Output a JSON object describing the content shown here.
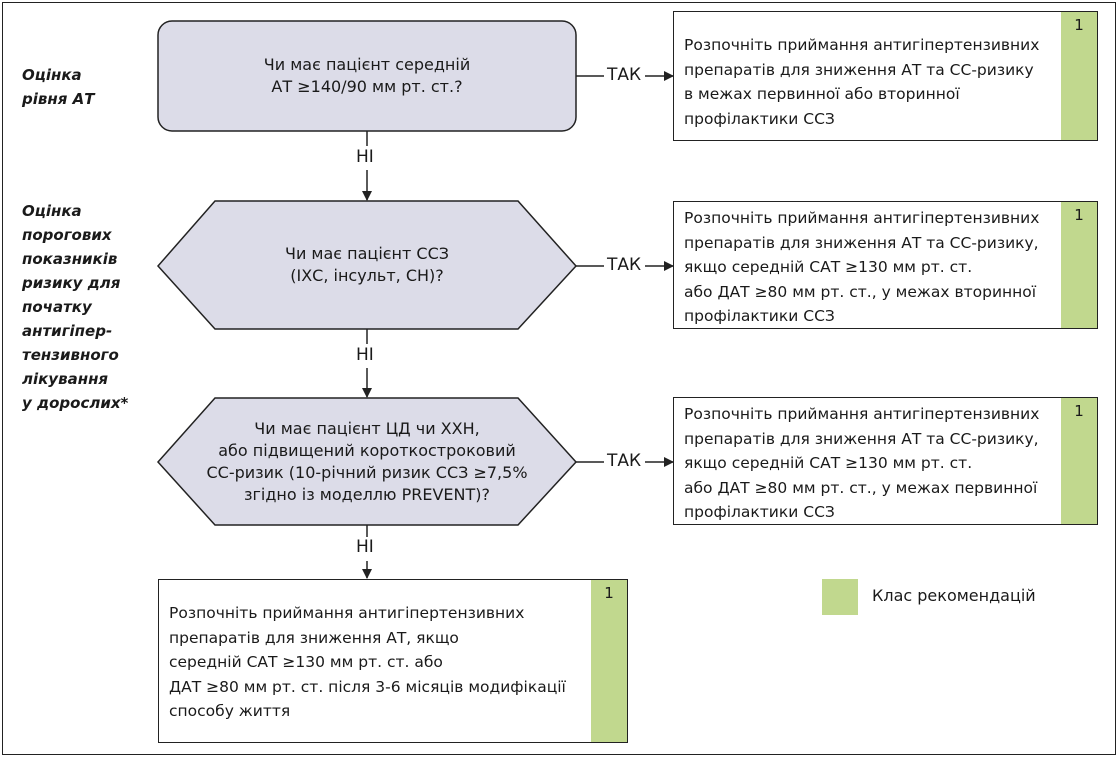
{
  "side_labels": {
    "bp_assessment": [
      "Оцінка",
      "рівня АТ"
    ],
    "threshold_assessment": [
      "Оцінка",
      "порогових",
      "показників",
      "ризику для",
      "початку",
      "антигіпер-",
      "тензивного",
      "лікування",
      "у дорослих*"
    ]
  },
  "decisions": [
    {
      "lines": [
        "Чи має пацієнт середній",
        "АТ ≥140/90 мм рт. ст.?"
      ]
    },
    {
      "lines": [
        "Чи має пацієнт ССЗ",
        "(ІХС, інсульт, СН)?"
      ]
    },
    {
      "lines": [
        "Чи має пацієнт ЦД чи ХХН,",
        "або підвищений короткостроковий",
        "СС-ризик (10-річний ризик ССЗ ≥7,5%",
        "згідно із моделлю PREVENT)?"
      ]
    }
  ],
  "edge_labels": {
    "yes": "ТАК",
    "no": "НІ"
  },
  "recommendations": [
    {
      "lines": [
        "Розпочніть приймання антигіпертензивних",
        "препаратів для зниження АТ та СС-ризику",
        "в межах первинної або вторинної",
        "профілактики ССЗ"
      ],
      "class": "1"
    },
    {
      "lines": [
        "Розпочніть приймання антигіпертензивних",
        "препаратів для зниження АТ та СС-ризику,",
        "якщо середній САТ ≥130 мм рт. ст.",
        "або ДАТ ≥80 мм рт. ст., у межах вторинної",
        "профілактики ССЗ"
      ],
      "class": "1"
    },
    {
      "lines": [
        "Розпочніть приймання антигіпертензивних",
        "препаратів для зниження АТ та СС-ризику,",
        "якщо середній САТ ≥130 мм рт. ст.",
        "або ДАТ ≥80 мм рт. ст., у межах первинної",
        "профілактики ССЗ"
      ],
      "class": "1"
    },
    {
      "lines": [
        "Розпочніть приймання антигіпертензивних",
        "препаратів для зниження АТ, якщо",
        "середній САТ ≥130 мм рт. ст. або",
        "ДАТ ≥80 мм рт. ст. після 3-6 місяців модифікації",
        "способу життя"
      ],
      "class": "1"
    }
  ],
  "legend": {
    "label": "Клас рекомендацій"
  },
  "colors": {
    "decision_fill": "#dcdce8",
    "class_green": "#c1d88e",
    "stroke": "#222222"
  }
}
